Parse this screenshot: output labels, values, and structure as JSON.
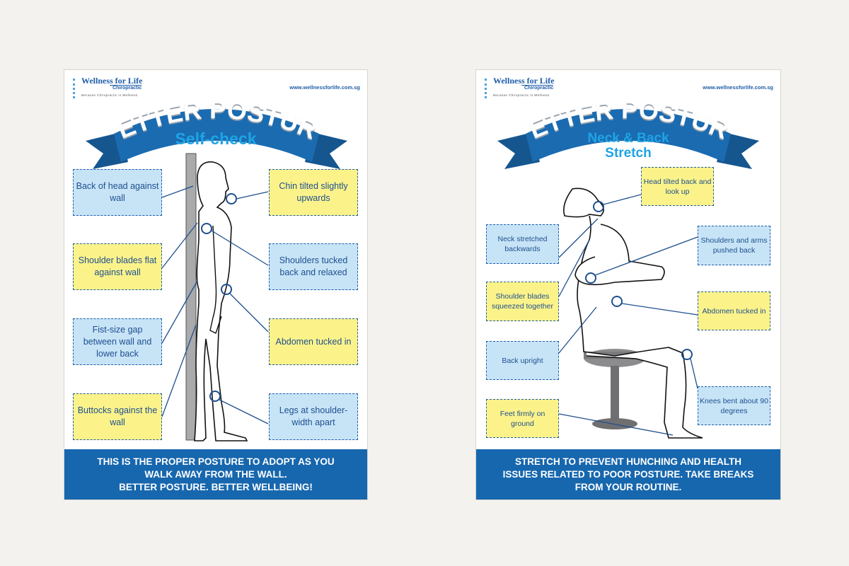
{
  "brand": {
    "name": "Wellness for Life",
    "sub": "Chiropractic",
    "tagline": "Because Chiropractic is Wellness",
    "url": "www.wellnessforlife.com.sg"
  },
  "colors": {
    "blue": "#1767ae",
    "light_blue": "#c7e4f7",
    "yellow": "#fbf38a",
    "accent": "#1ea4e4"
  },
  "posters": [
    {
      "title": "BETTER POSTURE",
      "subtitle": "Self-check",
      "callouts": [
        "Back of head against wall",
        "Shoulder blades flat against wall",
        "Fist-size gap between wall and lower back",
        "Buttocks against the wall",
        "Chin tilted slightly upwards",
        "Shoulders tucked back and relaxed",
        "Abdomen tucked in",
        "Legs at shoulder-width apart"
      ],
      "footer": [
        "THIS IS THE PROPER POSTURE TO ADOPT AS YOU",
        "WALK AWAY FROM THE WALL.",
        "BETTER POSTURE. BETTER WELLBEING!"
      ]
    },
    {
      "title": "BETTER POSTURE",
      "subtitle": [
        "Neck & Back",
        "Stretch"
      ],
      "callouts": [
        "Head tilted back and look up",
        "Neck stretched backwards",
        "Shoulders and arms pushed back",
        "Shoulder blades squeezed together",
        "Abdomen tucked in",
        "Back upright",
        "Knees bent about 90 degrees",
        "Feet firmly on ground"
      ],
      "footer": [
        "STRETCH TO PREVENT HUNCHING AND HEALTH",
        "ISSUES RELATED TO POOR POSTURE. TAKE BREAKS",
        "FROM YOUR ROUTINE."
      ]
    }
  ]
}
